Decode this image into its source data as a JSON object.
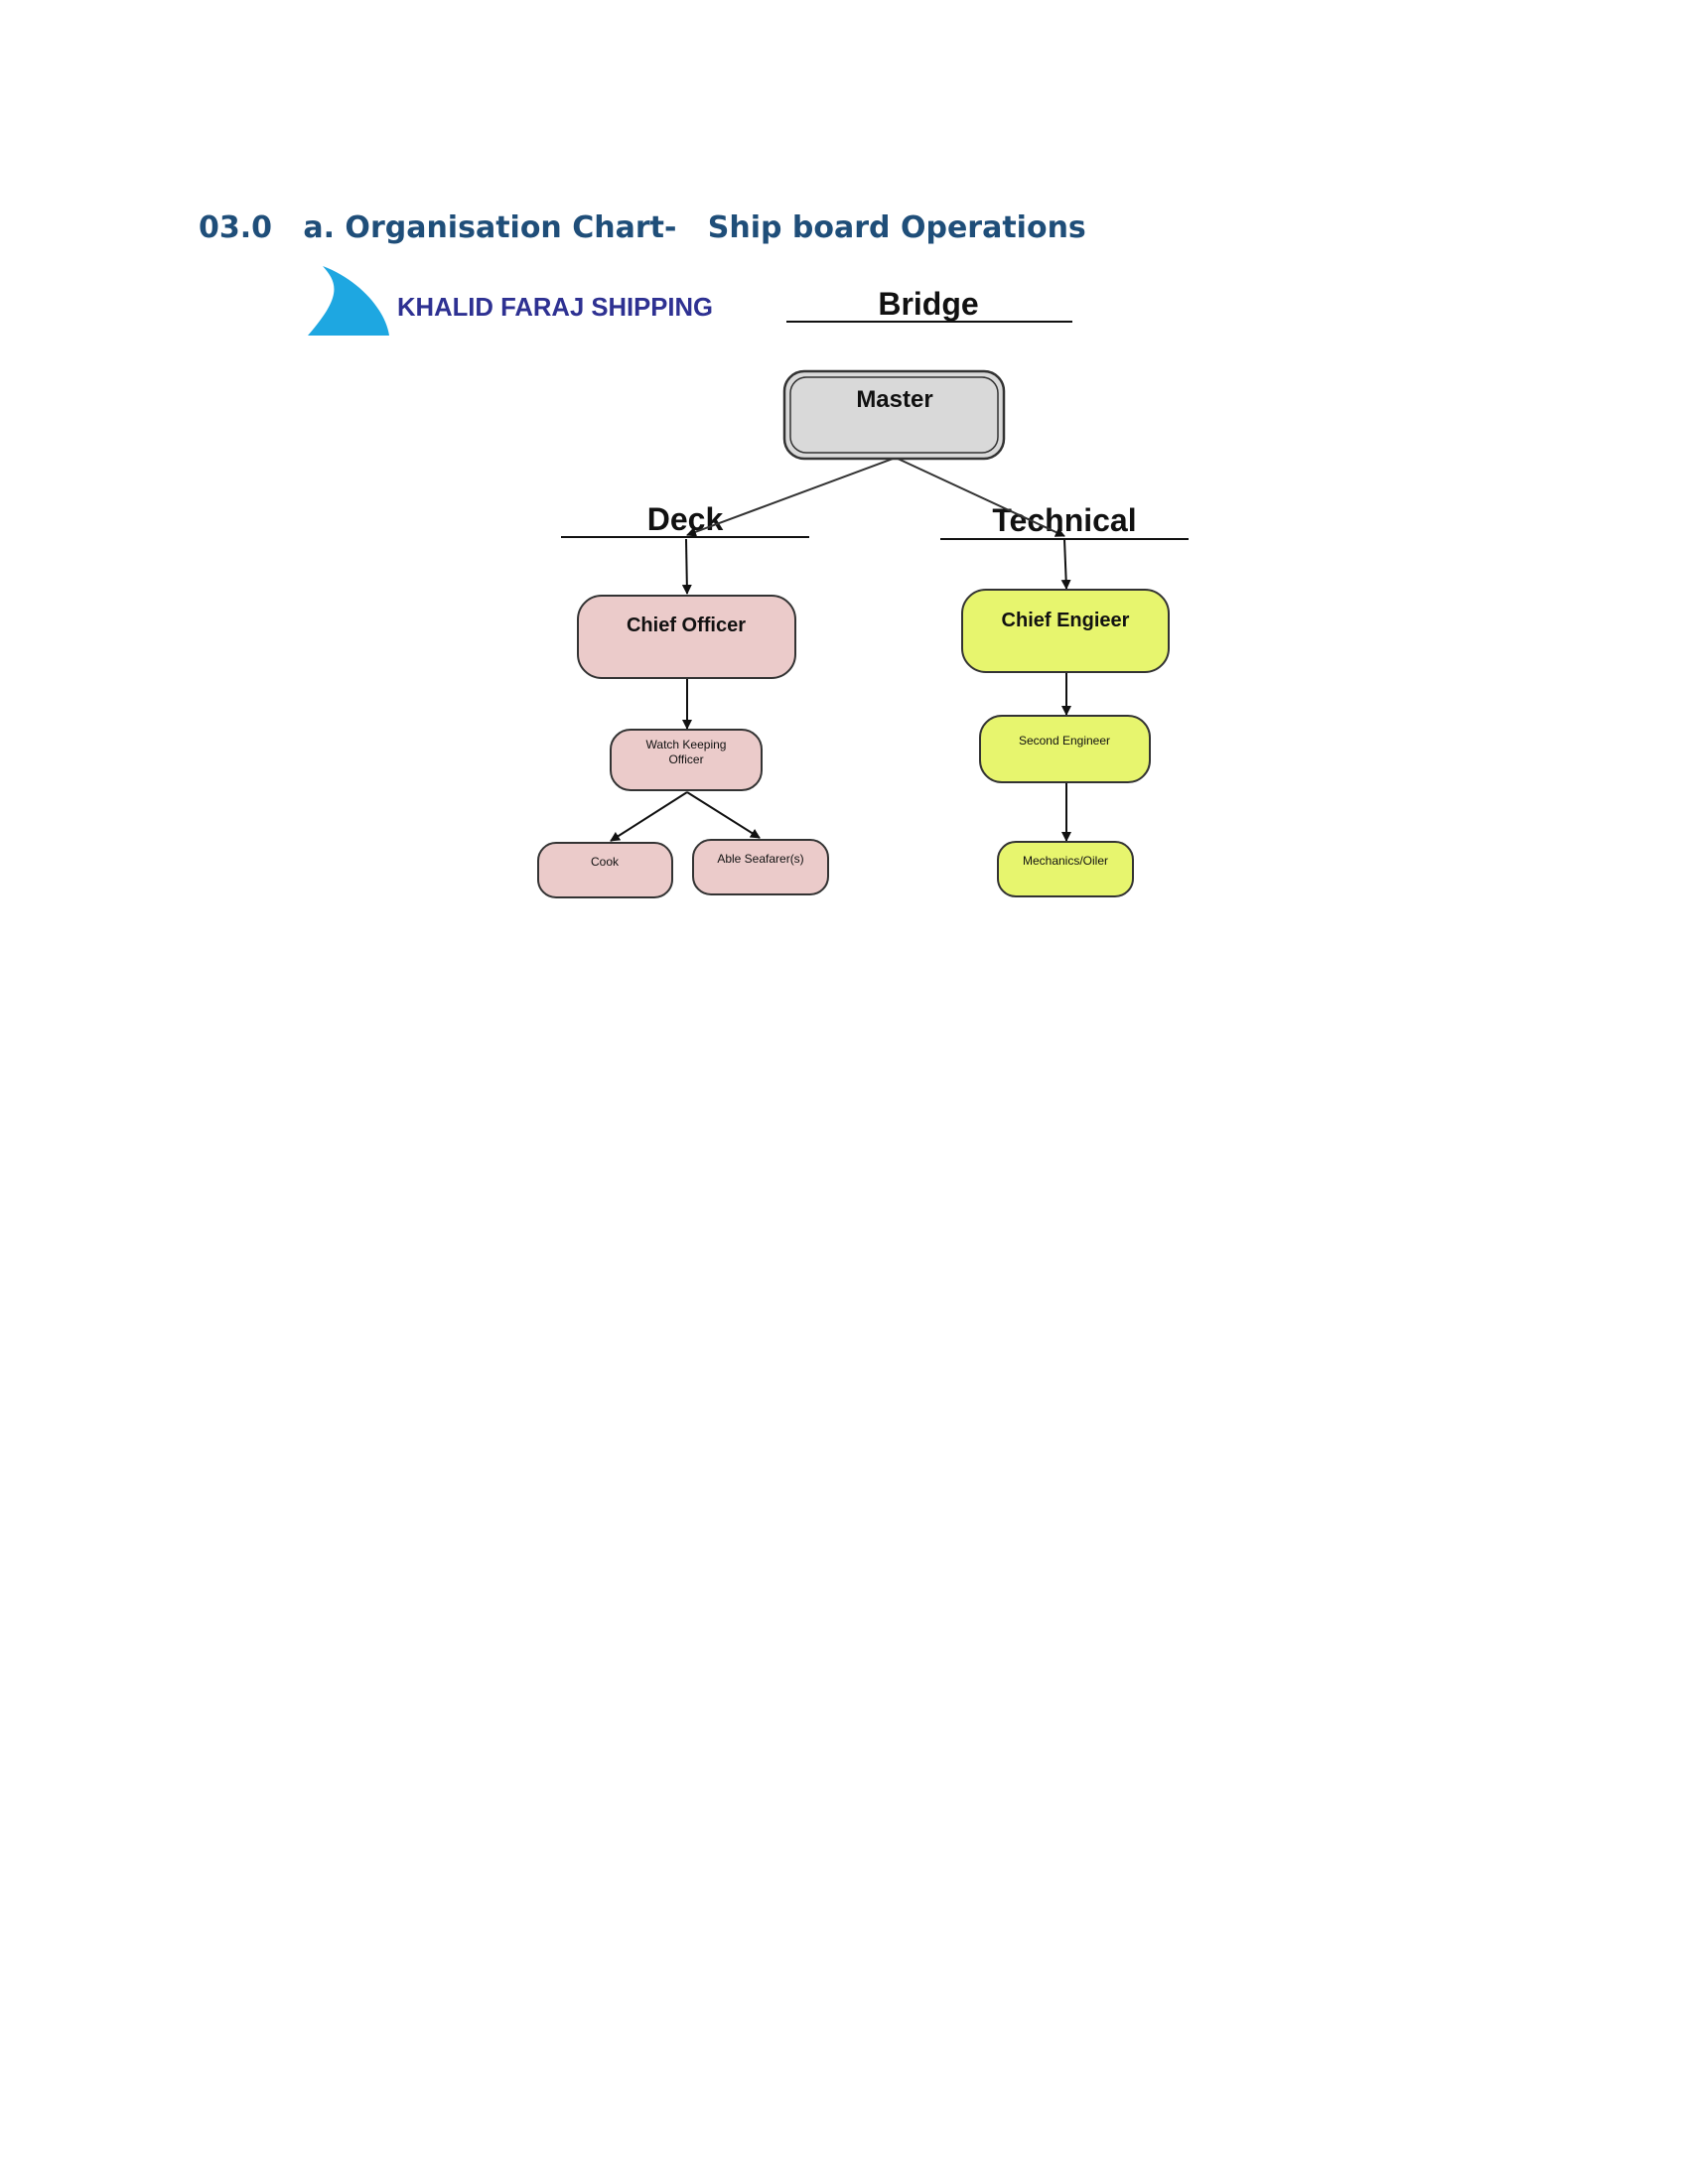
{
  "heading": {
    "text": "03.0   a. Organisation Chart-   Ship board Operations"
  },
  "logo": {
    "text": "KHALID FARAJ SHIPPING",
    "color": "#1ea7e1"
  },
  "sections": {
    "bridge": "Bridge",
    "deck": "Deck",
    "technical": "Technical"
  },
  "nodes": {
    "master": "Master",
    "chief_officer": "Chief Officer",
    "watch_keeping_officer_line1": "Watch Keeping",
    "watch_keeping_officer_line2": "Officer",
    "cook": "Cook",
    "able_seafarers": "Able Seafarer(s)",
    "chief_engineer": "Chief Engieer",
    "second_engineer": "Second Engineer",
    "mechanics_oiler": "Mechanics/Oiler"
  },
  "colors": {
    "heading": "#1f4e79",
    "master_fill": "#d9d9d9",
    "deck_fill": "#ebcbca",
    "technical_fill": "#e7f56e"
  }
}
